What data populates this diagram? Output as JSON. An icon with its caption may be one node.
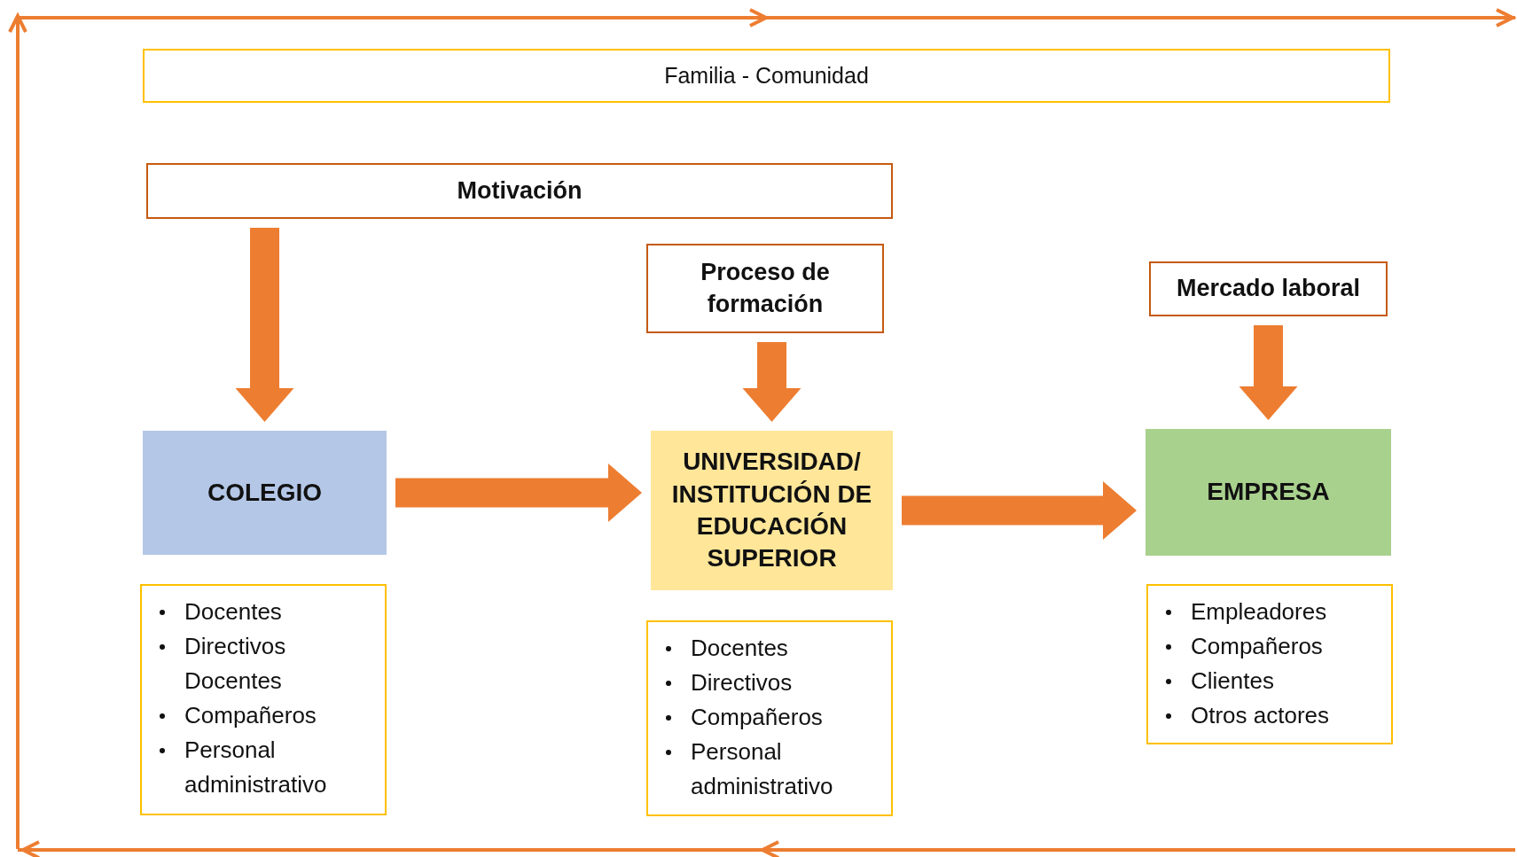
{
  "diagram": {
    "nodes": [
      {
        "text": [
          "Familia - Comunidad"
        ]
      },
      {
        "text": [
          "Motivación"
        ]
      },
      {
        "text": [
          "Proceso de formación"
        ]
      },
      {
        "text": [
          "Mercado laboral"
        ]
      },
      {
        "text": [
          "COLEGIO"
        ]
      },
      {
        "text": [
          "UNIVERSIDAD/ INSTITUCIÓN DE EDUCACIÓN SUPERIOR"
        ]
      },
      {
        "text": [
          "EMPRESA"
        ]
      },
      {
        "text": [
          "Docentes",
          "Directivos Docentes",
          "Compañeros",
          "Personal administrativo"
        ]
      },
      {
        "text": [
          "Docentes",
          "Directivos",
          "Compañeros",
          "Personal administrativo"
        ]
      },
      {
        "text": [
          "Empleadores",
          "Compañeros",
          "Clientes",
          "Otros actores"
        ]
      }
    ],
    "edges": [
      {
        "from": 1,
        "to": 4,
        "arrow": "to"
      },
      {
        "from": 2,
        "to": 5,
        "arrow": "to"
      },
      {
        "from": 3,
        "to": 6,
        "arrow": "to"
      },
      {
        "from": 4,
        "to": 5,
        "arrow": "to"
      },
      {
        "from": 5,
        "to": 6,
        "arrow": "to"
      }
    ]
  }
}
